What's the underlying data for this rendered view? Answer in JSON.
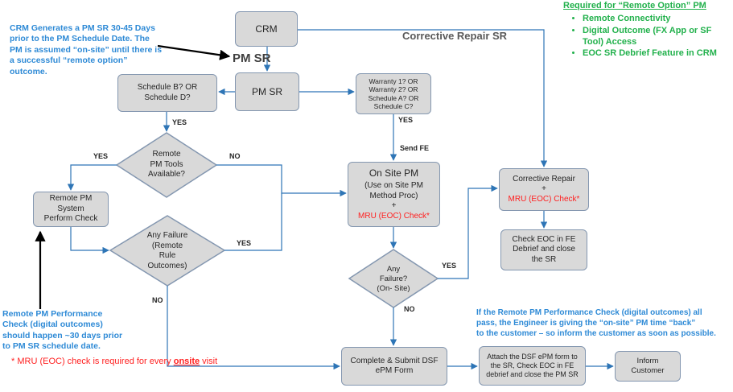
{
  "nodes": {
    "crm": "CRM",
    "pm_sr": "PM SR",
    "schedule_bd": [
      "Schedule B? OR",
      "Schedule D?"
    ],
    "warranty": [
      "Warranty 1? OR",
      "Warranty 2? OR",
      "Schedule A? OR",
      "Schedule C?"
    ],
    "remote_tools": [
      "Remote",
      "PM Tools",
      "Available?"
    ],
    "remote_check": [
      "Remote PM",
      "System",
      "Perform Check"
    ],
    "any_failure_remote": [
      "Any Failure",
      "(Remote",
      "Rule",
      "Outcomes)"
    ],
    "onsite_pm": {
      "title": "On Site PM",
      "lines": [
        "(Use on Site PM",
        "Method Proc)",
        "+"
      ],
      "mru": "MRU (EOC) Check*"
    },
    "corrective_repair": {
      "lines": [
        "Corrective Repair",
        "+"
      ],
      "mru": "MRU (EOC) Check*"
    },
    "check_eoc": [
      "Check EOC in FE",
      "Debrief and close",
      "the SR"
    ],
    "any_failure_onsite": [
      "Any",
      "Failure?",
      "(On- Site)"
    ],
    "complete_submit": [
      "Complete & Submit DSF",
      "ePM Form"
    ],
    "attach_dsf": [
      "Attach the DSF ePM form to",
      "the SR, Check EOC in FE",
      "debrief and close the PM SR"
    ],
    "inform_customer": [
      "Inform",
      "Customer"
    ]
  },
  "labels": {
    "pm_sr_big": "PM SR",
    "corrective_repair_sr": "Corrective Repair SR",
    "yes": "YES",
    "no": "NO",
    "send_fe": "Send FE"
  },
  "notes": {
    "crm_generates": [
      "CRM Generates a PM SR 30-45 Days",
      "prior to the PM Schedule Date.  The",
      "PM is assumed “on-site” until there is",
      "a successful “remote option”",
      "outcome."
    ],
    "remote_perf": [
      "Remote PM Performance",
      "Check (digital outcomes)",
      "should happen ~30 days prior",
      "to PM SR schedule date."
    ],
    "if_remote": [
      "If the Remote PM Performance Check (digital outcomes) all",
      "pass, the Engineer is giving the “on-site” PM time “back”",
      "to the customer – so inform the customer as soon as possible."
    ]
  },
  "required": {
    "title": "Required for “Remote  Option” PM",
    "items": [
      "Remote Connectivity",
      "Digital Outcome (FX App or SF Tool) Access",
      "EOC SR Debrief Feature  in CRM"
    ]
  },
  "footnote": {
    "before": "* MRU (EOC) check is required for every ",
    "emphasis": "onsite",
    "after": " visit"
  },
  "colors": {
    "box_fill": "#d9d9d9",
    "box_stroke": "#8497b0",
    "connector": "#2e75b6",
    "note_blue": "#2e8ad6",
    "req_green": "#22b14c",
    "mru_red": "#ff2020"
  }
}
